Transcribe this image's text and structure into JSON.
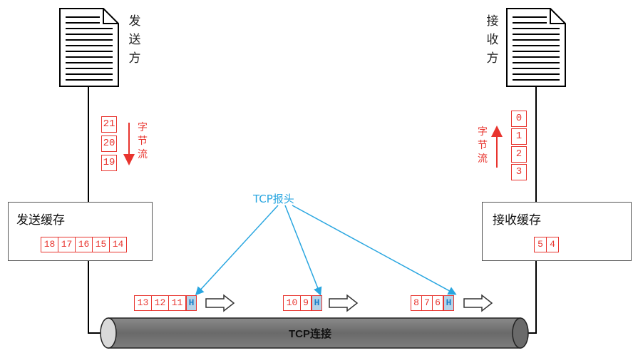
{
  "sender": {
    "label": "发\n送\n方",
    "stream": [
      "21",
      "20",
      "19"
    ],
    "stream_label": "字\n节\n流",
    "buffer": {
      "title": "发送缓存",
      "bytes": [
        "18",
        "17",
        "16",
        "15",
        "14"
      ]
    }
  },
  "receiver": {
    "label": "接\n收\n方",
    "stream": [
      "0",
      "1",
      "2",
      "3"
    ],
    "stream_label": "字\n节\n流",
    "buffer": {
      "title": "接收缓存",
      "bytes": [
        "5",
        "4"
      ]
    }
  },
  "connection": {
    "label": "TCP连接"
  },
  "tcp_header": {
    "label": "TCP报头",
    "marker": "H"
  },
  "segments": [
    {
      "bytes": [
        "13",
        "12",
        "11"
      ]
    },
    {
      "bytes": [
        "10",
        "9"
      ]
    },
    {
      "bytes": [
        "8",
        "7",
        "6"
      ]
    }
  ],
  "colors": {
    "stream_red": "#e8342e",
    "header_blue": "#29a6e0",
    "header_fill": "#b5d3e8",
    "pipe_gray": "#6b6b6b"
  }
}
